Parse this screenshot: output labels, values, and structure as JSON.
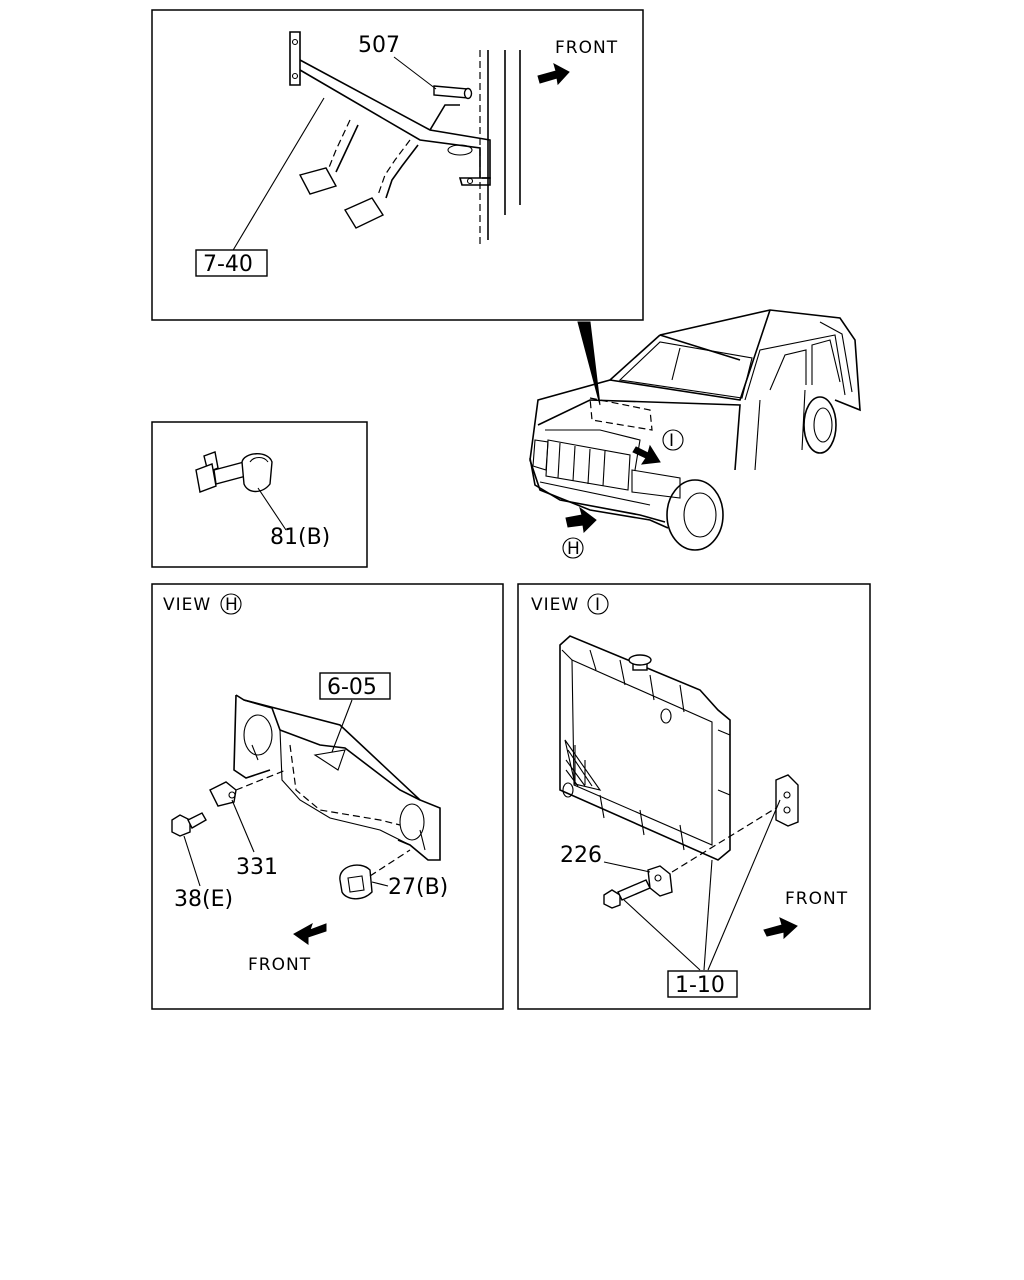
{
  "panel_top": {
    "part_507": "507",
    "ref_7_40": "7-40",
    "front": "FRONT"
  },
  "panel_clip": {
    "part_81b": "81(B)"
  },
  "vehicle": {
    "marker_i": "I",
    "marker_h": "H"
  },
  "view_h": {
    "view_label": "VIEW",
    "view_marker": "H",
    "ref_6_05": "6-05",
    "part_331": "331",
    "part_38e": "38(E)",
    "part_27b": "27(B)",
    "front": "FRONT"
  },
  "view_i": {
    "view_label": "VIEW",
    "view_marker": "I",
    "part_226": "226",
    "ref_1_10": "1-10",
    "front": "FRONT"
  }
}
